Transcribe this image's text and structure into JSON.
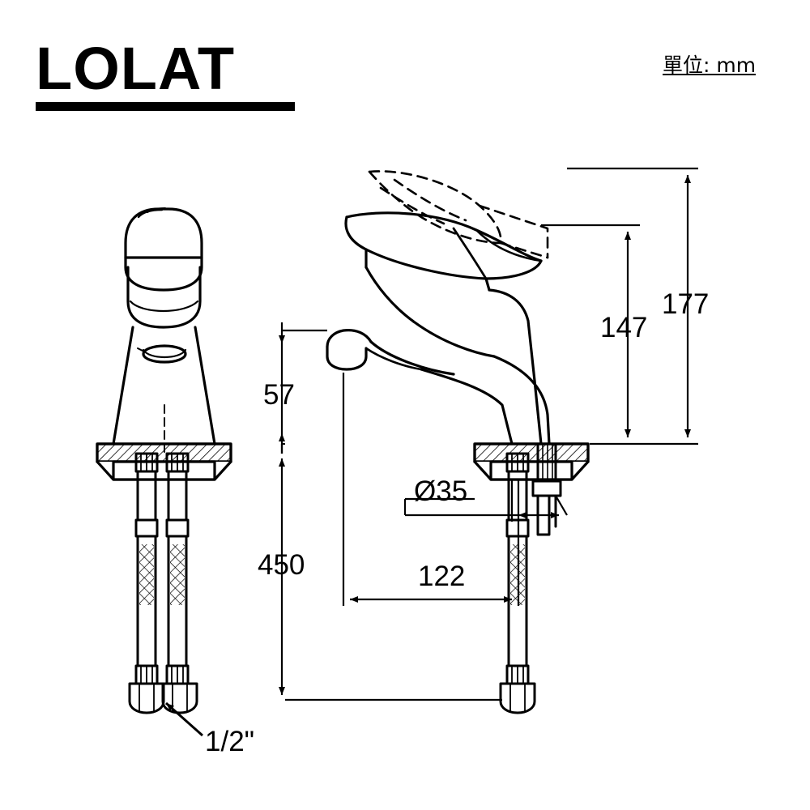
{
  "page": {
    "type": "technical-drawing",
    "subject": "single-lever basin faucet dimensional drawing",
    "background_color": "#ffffff",
    "line_color": "#000000"
  },
  "brand": {
    "name": "LOLAT"
  },
  "unit_note": {
    "label": "單位: mm"
  },
  "dimensions": {
    "overall_height": "177",
    "spout_to_lever_height": "147",
    "spout_height": "57",
    "hose_length": "450",
    "spout_reach": "122",
    "mounting_hole_diameter": "Ø35",
    "thread_size": "1/2\""
  },
  "views": {
    "left": "front view",
    "right": "side view with dimension lines"
  }
}
